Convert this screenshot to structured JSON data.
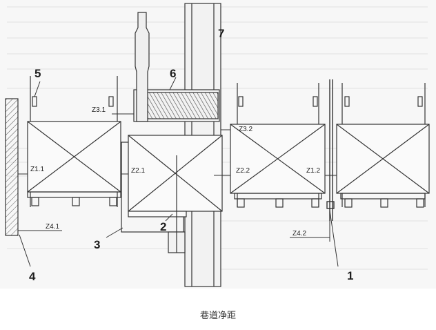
{
  "caption": "巷道净距",
  "callouts": {
    "c1": "1",
    "c2": "2",
    "c3": "3",
    "c4": "4",
    "c5": "5",
    "c6": "6",
    "c7": "7"
  },
  "dimensions": {
    "z11": "Z1.1",
    "z12": "Z1.2",
    "z21": "Z2.1",
    "z22": "Z2.2",
    "z31": "Z3.1",
    "z32": "Z3.2",
    "z41": "Z4.1",
    "z42": "Z4.2"
  }
}
